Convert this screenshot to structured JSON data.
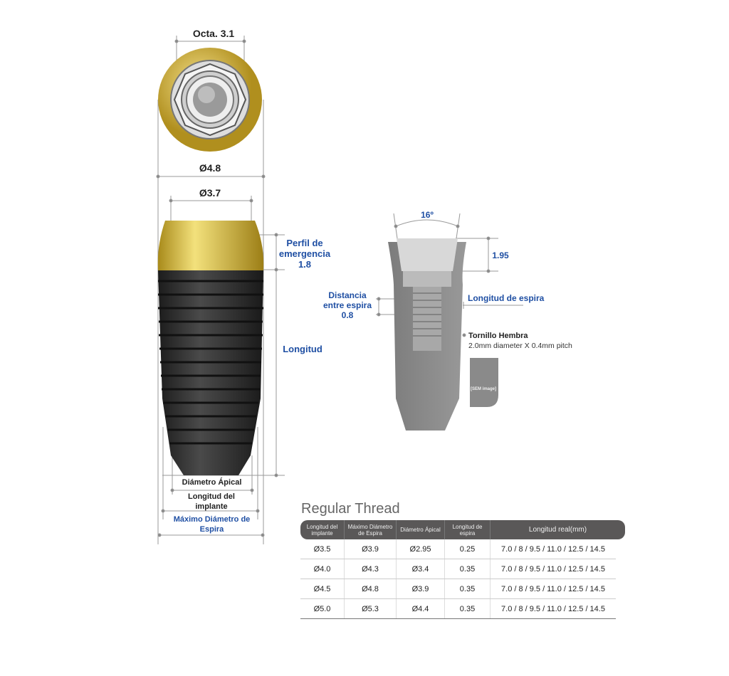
{
  "top_view": {
    "octa_label": "Octa. 3.1",
    "outer_diameter_label": "Ø4.8"
  },
  "side_view": {
    "platform_diameter_label": "Ø3.7",
    "emergence_profile_label": "Perfil de emergencia 1.8",
    "length_label": "Longitud",
    "apical_diameter_label": "Diámetro Ápical",
    "implant_length_label": "Longitud del implante",
    "max_thread_diameter_label": "Máximo Diámetro de Espira"
  },
  "cross_section": {
    "angle_label": "16º",
    "depth_label": "1.95",
    "thread_distance_label": "Distancia entre espira 0.8",
    "thread_length_label": "Longitud de espira",
    "screw_title": "Tornillo Hembra",
    "screw_spec": "2.0mm diameter X 0.4mm pitch",
    "sem_label": "[SEM image]"
  },
  "table": {
    "title": "Regular Thread",
    "headers": [
      "Longitud del implante",
      "Máximo Diámetro de Espira",
      "Diámetro Ápical",
      "Longitud de espira",
      "Longitud real(mm)"
    ],
    "rows": [
      [
        "Ø3.5",
        "Ø3.9",
        "Ø2.95",
        "0.25",
        "7.0 / 8 / 9.5 / 11.0  / 12.5  / 14.5"
      ],
      [
        "Ø4.0",
        "Ø4.3",
        "Ø3.4",
        "0.35",
        "7.0 / 8 / 9.5 / 11.0  / 12.5  / 14.5"
      ],
      [
        "Ø4.5",
        "Ø4.8",
        "Ø3.9",
        "0.35",
        "7.0 / 8 / 9.5 / 11.0  / 12.5  / 14.5"
      ],
      [
        "Ø5.0",
        "Ø5.3",
        "Ø4.4",
        "0.35",
        "7.0 / 8 / 9.5 / 11.0  / 12.5  / 14.5"
      ]
    ]
  },
  "colors": {
    "label_blue": "#1f4fa3",
    "gold": "#c9a832",
    "implant_dark": "#2f2f2f",
    "section_gray": "#8a8a8a",
    "header_bg": "#5a5858"
  }
}
